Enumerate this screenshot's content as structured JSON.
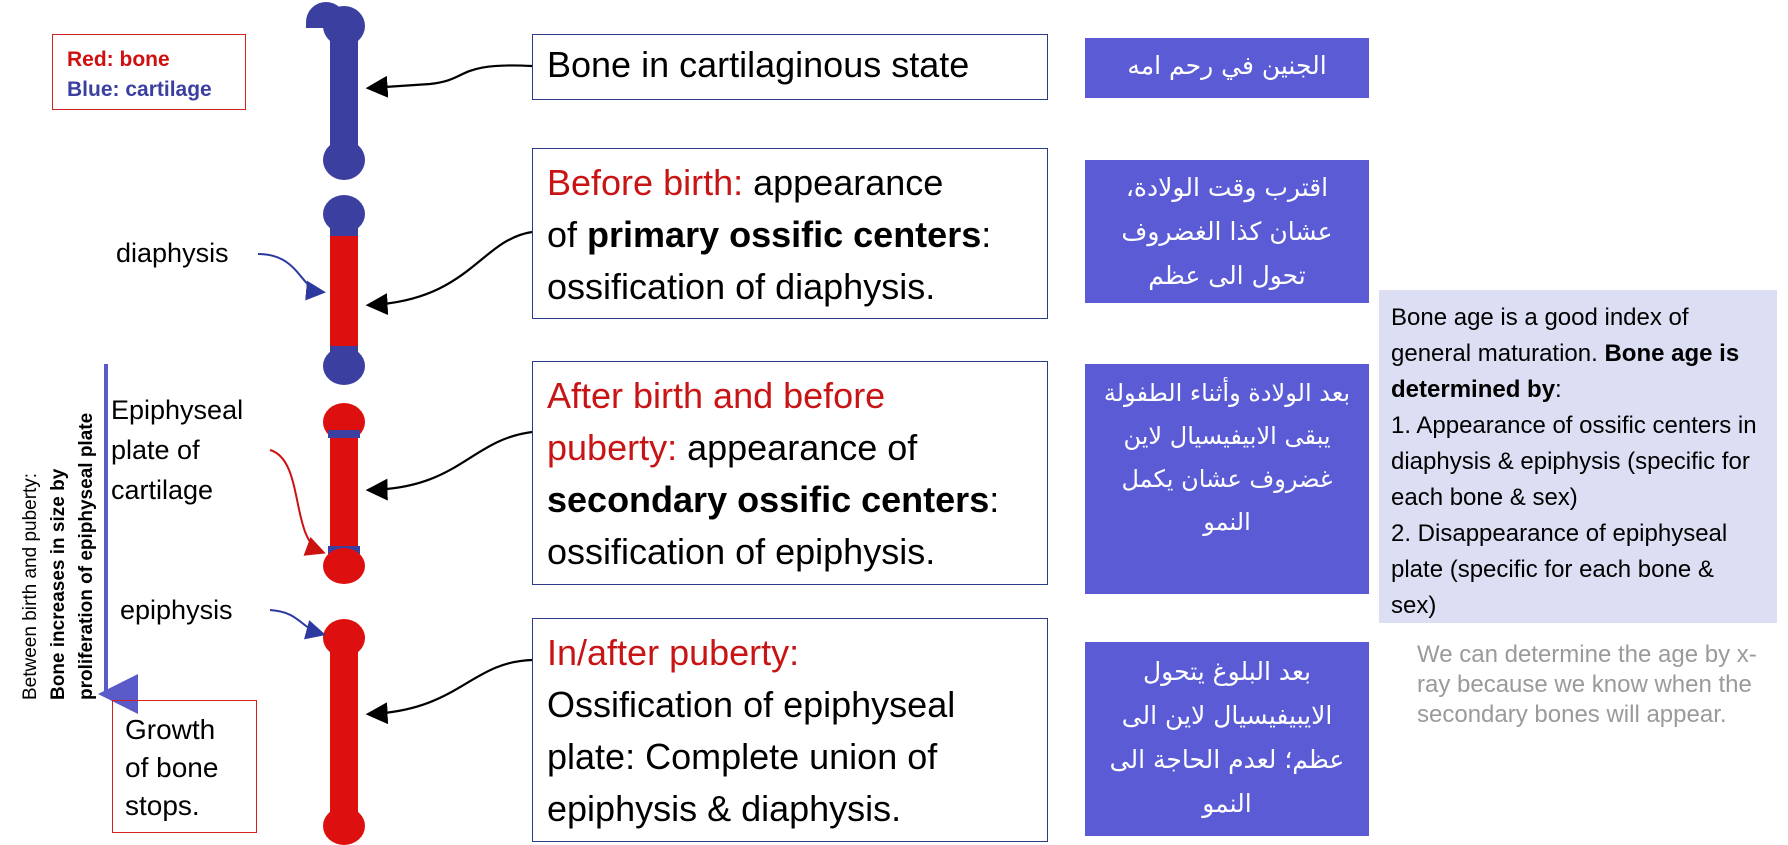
{
  "legend": {
    "red": "Red: bone",
    "blue": "Blue: cartilage"
  },
  "stages": [
    {
      "box_lines": [
        [
          {
            "text": "Bone in cartilaginous state",
            "style": "normal"
          }
        ]
      ],
      "arabic": "الجنين في رحم امه"
    },
    {
      "box_lines": [
        [
          {
            "text": "Before birth: ",
            "style": "red"
          },
          {
            "text": "appearance",
            "style": "normal"
          }
        ],
        [
          {
            "text": "of ",
            "style": "normal"
          },
          {
            "text": "primary ossific centers",
            "style": "bold"
          },
          {
            "text": ":",
            "style": "normal"
          }
        ],
        [
          {
            "text": "ossification of diaphysis.",
            "style": "normal"
          }
        ]
      ],
      "arabic": "اقترب وقت الولادة، عشان كذا الغضروف تحول الى عظم"
    },
    {
      "box_lines": [
        [
          {
            "text": "After birth and before",
            "style": "red"
          }
        ],
        [
          {
            "text": "puberty: ",
            "style": "red"
          },
          {
            "text": "appearance of",
            "style": "normal"
          }
        ],
        [
          {
            "text": "secondary ossific centers",
            "style": "bold"
          },
          {
            "text": ":",
            "style": "normal"
          }
        ],
        [
          {
            "text": "ossification of epiphysis.",
            "style": "normal"
          }
        ]
      ],
      "arabic": "بعد الولادة وأثناء الطفولة يبقى الابيفيسيال لاين غضروف عشان يكمل النمو"
    },
    {
      "box_lines": [
        [
          {
            "text": "In/after puberty:",
            "style": "red"
          }
        ],
        [
          {
            "text": "Ossification of epiphyseal",
            "style": "normal"
          }
        ],
        [
          {
            "text": "plate: Complete union of",
            "style": "normal"
          }
        ],
        [
          {
            "text": "epiphysis & diaphysis.",
            "style": "normal"
          }
        ]
      ],
      "arabic": "بعد البلوغ يتحول الايبيفيسيال لاين الى عظم؛ لعدم الحاجة الى النمو"
    }
  ],
  "labels": {
    "diaphysis": "diaphysis",
    "plate": [
      "Epiphyseal",
      "plate of",
      "cartilage"
    ],
    "epiphysis": "epiphysis"
  },
  "vertical": {
    "line1": "Between birth and puberty:",
    "line2": "Bone increases in size by",
    "line3": "proliferation of epiphyseal plate"
  },
  "growth": [
    "Growth",
    "of bone",
    "stops."
  ],
  "info": {
    "intro": "Bone age is a good index of general maturation. ",
    "intro_bold": "Bone age is determined by",
    "intro_end": ":",
    "items": [
      " 1. Appearance of ossific centers in diaphysis & epiphysis (specific for each bone & sex)",
      "2. Disappearance of epiphyseal plate (specific for each bone & sex)"
    ]
  },
  "note": "We can determine the age by x-ray because we know when the secondary bones will appear.",
  "colors": {
    "bone": "#dd0f0f",
    "cartilage": "#3a3fa0",
    "arabic_bg": "#5b5bd6",
    "info_bg": "#dcdff3"
  }
}
